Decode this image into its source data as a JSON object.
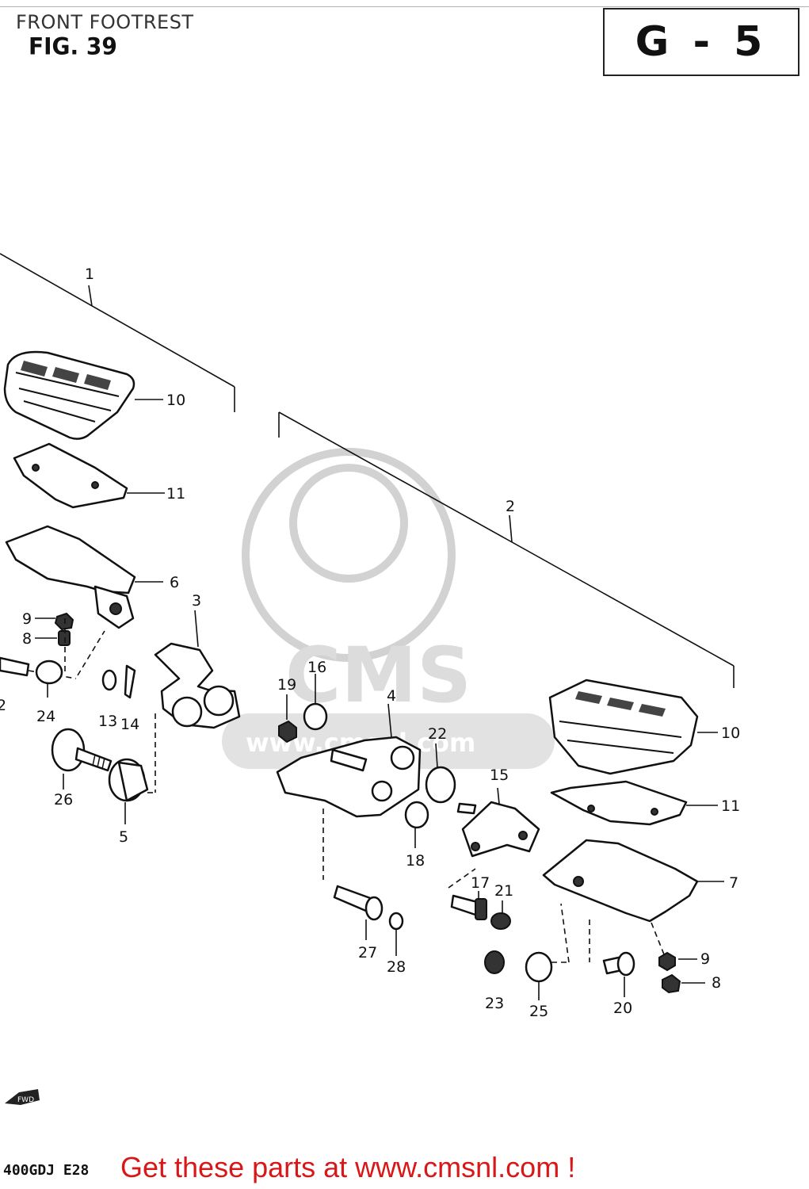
{
  "header": {
    "title": "FRONT FOOTREST",
    "fig_label": "FIG. 39",
    "group_code": "G - 5"
  },
  "watermark": {
    "text": "CMS",
    "url": "www.cmsnl.com"
  },
  "callouts": {
    "c1": "1",
    "c2": "2",
    "c3": "3",
    "c4": "4",
    "c5": "5",
    "c6": "6",
    "c7": "7",
    "c8a": "8",
    "c8b": "8",
    "c9a": "9",
    "c9b": "9",
    "c10a": "10",
    "c10b": "10",
    "c11a": "11",
    "c11b": "11",
    "c12": "2",
    "c13": "13",
    "c14": "14",
    "c15": "15",
    "c16": "16",
    "c17": "17",
    "c18": "18",
    "c19": "19",
    "c20": "20",
    "c21": "21",
    "c22": "22",
    "c23": "23",
    "c24": "24",
    "c25": "25",
    "c26": "26",
    "c27": "27",
    "c28": "28"
  },
  "fwd_arrow": "FWD",
  "model_code": "400GDJ E28",
  "footer": {
    "text": "Get these parts at www.cmsnl.com !"
  },
  "colors": {
    "footer_text": "#d81818",
    "line_art": "#111111",
    "watermark": "#d2d2d2"
  }
}
